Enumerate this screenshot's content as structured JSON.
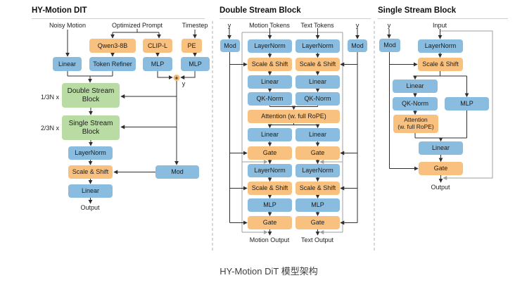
{
  "colors": {
    "blue": "#89BCDF",
    "orange": "#F9C180",
    "green": "#B9DBA4",
    "plus_fill": "#F5B873",
    "wire": "#2f2f2f",
    "rail": "#9f9f9f",
    "dash": "#bdbdbd"
  },
  "caption": "HY-Motion DiT 模型架构",
  "left": {
    "title": "HY-Motion DIT",
    "noisy_motion": "Noisy Motion",
    "optimized_prompt": "Optimized Prompt",
    "timestep": "Timestep",
    "qwen": "Qwen3-8B",
    "clip": "CLIP-L",
    "pe": "PE",
    "linear_in": "Linear",
    "token_refiner": "Token Refiner",
    "mlp_clip": "MLP",
    "mlp_pe": "MLP",
    "plus": "+",
    "y": "y",
    "n_dsb": "1/3N x",
    "n_ssb": "2/3N x",
    "dsb": "Double Stream Block",
    "ssb": "Single Stream Block",
    "layernorm": "LayerNorm",
    "scale_shift": "Scale & Shift",
    "linear_out": "Linear",
    "mod": "Mod",
    "output": "Output"
  },
  "double": {
    "title": "Double Stream Block",
    "y_left": "y",
    "y_right": "y",
    "motion_tokens": "Motion Tokens",
    "text_tokens": "Text Tokens",
    "mod_left": "Mod",
    "mod_right": "Mod",
    "attention": "Attention (w. full RoPE)",
    "motion_col": [
      "LayerNorm",
      "Scale & Shift",
      "Linear",
      "QK-Norm",
      "Linear",
      "Gate",
      "LayerNorm",
      "Scale & Shift",
      "MLP",
      "Gate"
    ],
    "text_col": [
      "LayerNorm",
      "Scale & Shift",
      "Linear",
      "QK-Norm",
      "Linear",
      "Gate",
      "LayerNorm",
      "Scale & Shift",
      "MLP",
      "Gate"
    ],
    "motion_output": "Motion Output",
    "text_output": "Text Output"
  },
  "single": {
    "title": "Single Stream Block",
    "y": "y",
    "input": "Input",
    "mod": "Mod",
    "layernorm": "LayerNorm",
    "scale_shift": "Scale & Shift",
    "linear_attn": "Linear",
    "qk_norm": "QK-Norm",
    "mlp": "MLP",
    "attention_line1": "Attention",
    "attention_line2": "(w. full RoPE)",
    "linear_out": "Linear",
    "gate": "Gate",
    "output": "Output"
  }
}
